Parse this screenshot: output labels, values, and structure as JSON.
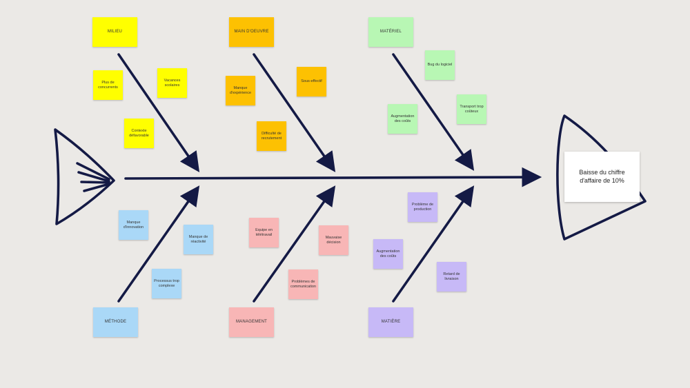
{
  "colors": {
    "background": "#ebe9e6",
    "line": "#141a45",
    "yellow": "#ffff00",
    "orange": "#fdc102",
    "green": "#b8f7b4",
    "blue": "#aad8f7",
    "pink": "#f8b6b6",
    "purple": "#c7b9f7"
  },
  "effect": "Baisse du chiffre d'affaire de 10%",
  "categories": {
    "milieu": "MILIEU",
    "main_oeuvre": "MAIN D'OEUVRE",
    "materiel": "MATÉRIEL",
    "methode": "MÉTHODE",
    "management": "MANAGEMENT",
    "matiere": "MATIÈRE"
  },
  "causes": {
    "milieu": [
      "Plus de concurrents",
      "Vacances scolaires",
      "Contexte défavorable"
    ],
    "main_oeuvre": [
      "Manque d'expérience",
      "Sous-effectif",
      "Difficulté de recrutement"
    ],
    "materiel": [
      "Bug du logiciel",
      "Augmentation des coûts",
      "Transport trop coûteux"
    ],
    "methode": [
      "Manque d'innovation",
      "Manque de réactivité",
      "Processus trop complexe"
    ],
    "management": [
      "Equipe en télétravail",
      "Mauvaise décision",
      "Problèmes de communication"
    ],
    "matiere": [
      "Problème de production",
      "Augmentation des coûts",
      "Retard de livraison"
    ]
  }
}
